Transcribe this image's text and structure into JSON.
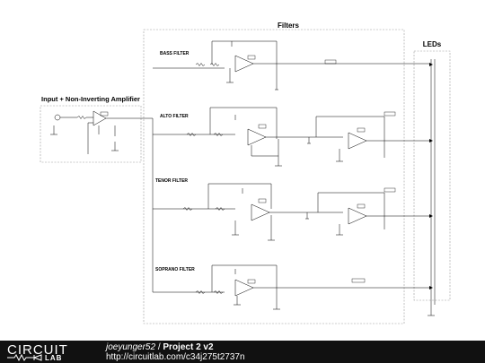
{
  "sections": {
    "filters_title": "Filters",
    "leds_title": "LEDs",
    "input_title": "Input + Non-Inverting Amplifier"
  },
  "filters": [
    {
      "label": "BASS FILTER"
    },
    {
      "label": "ALTO FILTER"
    },
    {
      "label": "TENOR FILTER"
    },
    {
      "label": "SOPRANO FILTER"
    }
  ],
  "footer": {
    "logo_top": "CIRCUIT",
    "logo_bottom": "LAB",
    "username": "joeyunger52",
    "separator": " / ",
    "project": "Project 2 v2",
    "url": "http://circuitlab.com/c34j275t2737n"
  },
  "colors": {
    "wire": "#000000",
    "dashed_box": "#999999",
    "footer_bg": "#111111"
  }
}
